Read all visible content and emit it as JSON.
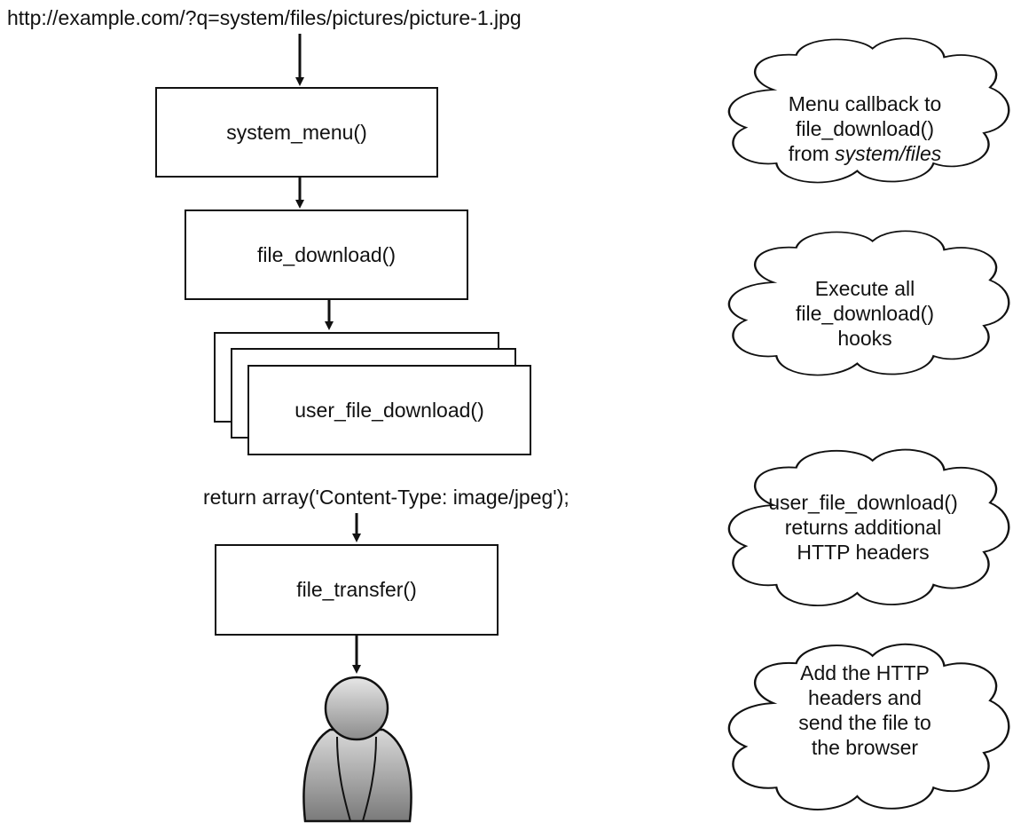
{
  "url": "http://example.com/?q=system/files/pictures/picture-1.jpg",
  "boxes": {
    "system_menu": "system_menu()",
    "file_download": "file_download()",
    "user_file_download": "user_file_download()",
    "file_transfer": "file_transfer()"
  },
  "return_statement": "return array('Content-Type: image/jpeg');",
  "clouds": {
    "c1": {
      "line1": "Menu callback to",
      "line2": "file_download()",
      "line3_prefix": "from ",
      "line3_italic": "system/files"
    },
    "c2": {
      "line1": "Execute all",
      "line2": "file_download()",
      "line3": "hooks"
    },
    "c3": {
      "line1": "user_file_download()",
      "line2": "returns additional",
      "line3": "HTTP headers"
    },
    "c4": {
      "line1": "Add the HTTP",
      "line2": "headers and",
      "line3": "send the file to",
      "line4": "the browser"
    }
  },
  "icons": {
    "user": "user-icon"
  }
}
